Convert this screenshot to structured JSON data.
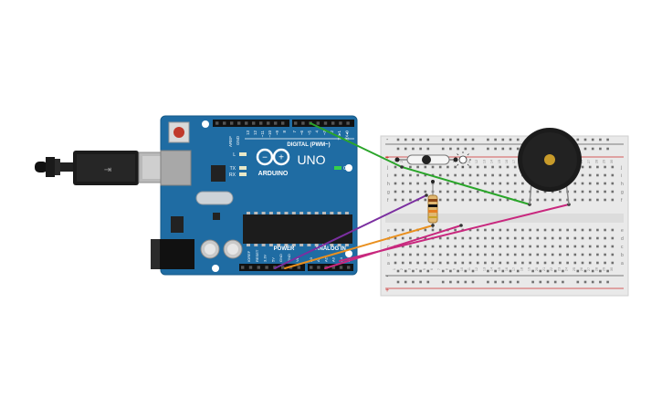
{
  "arduino": {
    "brand": "ARDUINO",
    "model": "UNO",
    "digital_label": "DIGITAL (PWM~)",
    "power_label": "POWER",
    "analog_label": "ANALOG IN",
    "on_label": "ON",
    "led_l": "L",
    "led_tx": "TX",
    "led_rx": "RX",
    "aref": "AREF",
    "gnd": "GND",
    "digital_pins": [
      "13",
      "12",
      "~11",
      "~10",
      "~9",
      "8",
      "7",
      "~6",
      "~5",
      "4",
      "~3",
      "2",
      "TX▸1",
      "RX◂0"
    ],
    "power_pins": [
      "IOREF",
      "RESET",
      "3.3V",
      "5V",
      "GND",
      "GND",
      "Vin"
    ],
    "analog_pins": [
      "A0",
      "A1",
      "A2",
      "A3",
      "A4",
      "A5"
    ]
  },
  "breadboard": {
    "row_letters_top": [
      "j",
      "i",
      "h",
      "g",
      "f"
    ],
    "row_letters_bottom": [
      "e",
      "d",
      "c",
      "b",
      "a"
    ],
    "rail_plus": "+",
    "rail_minus": "-",
    "column_numbers": [
      "1",
      "2",
      "3",
      "4",
      "5",
      "6",
      "7",
      "8",
      "9",
      "10",
      "11",
      "12",
      "13",
      "14",
      "15",
      "16",
      "17",
      "18",
      "19",
      "20",
      "21",
      "22",
      "23",
      "24",
      "25",
      "26",
      "27",
      "28",
      "29",
      "30"
    ]
  },
  "wire_colors": {
    "green": "#2aa52a",
    "purple": "#7b2fa0",
    "orange": "#e9901f",
    "magenta": "#c8287e"
  },
  "board_color": "#1f6ca3",
  "icons": [
    "usb-plug-icon",
    "arduino-infinity-logo-icon",
    "photoresistor-icon",
    "resistor-icon",
    "buzzer-icon",
    "light-sun-icon"
  ]
}
